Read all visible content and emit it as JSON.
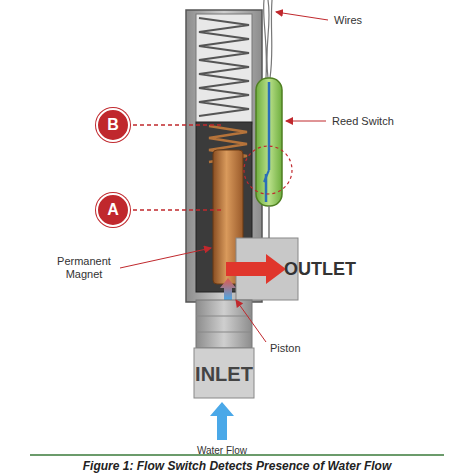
{
  "diagram": {
    "caption": "Figure 1: Flow Switch Detects Presence of Water Flow",
    "nodes": [
      {
        "text": [
          "B"
        ]
      },
      {
        "text": [
          "A"
        ]
      }
    ],
    "labels": [
      "Wires",
      "Reed Switch",
      "Permanent Magnet",
      "OUTLET",
      "Piston",
      "INLET",
      "Water Flow"
    ]
  }
}
